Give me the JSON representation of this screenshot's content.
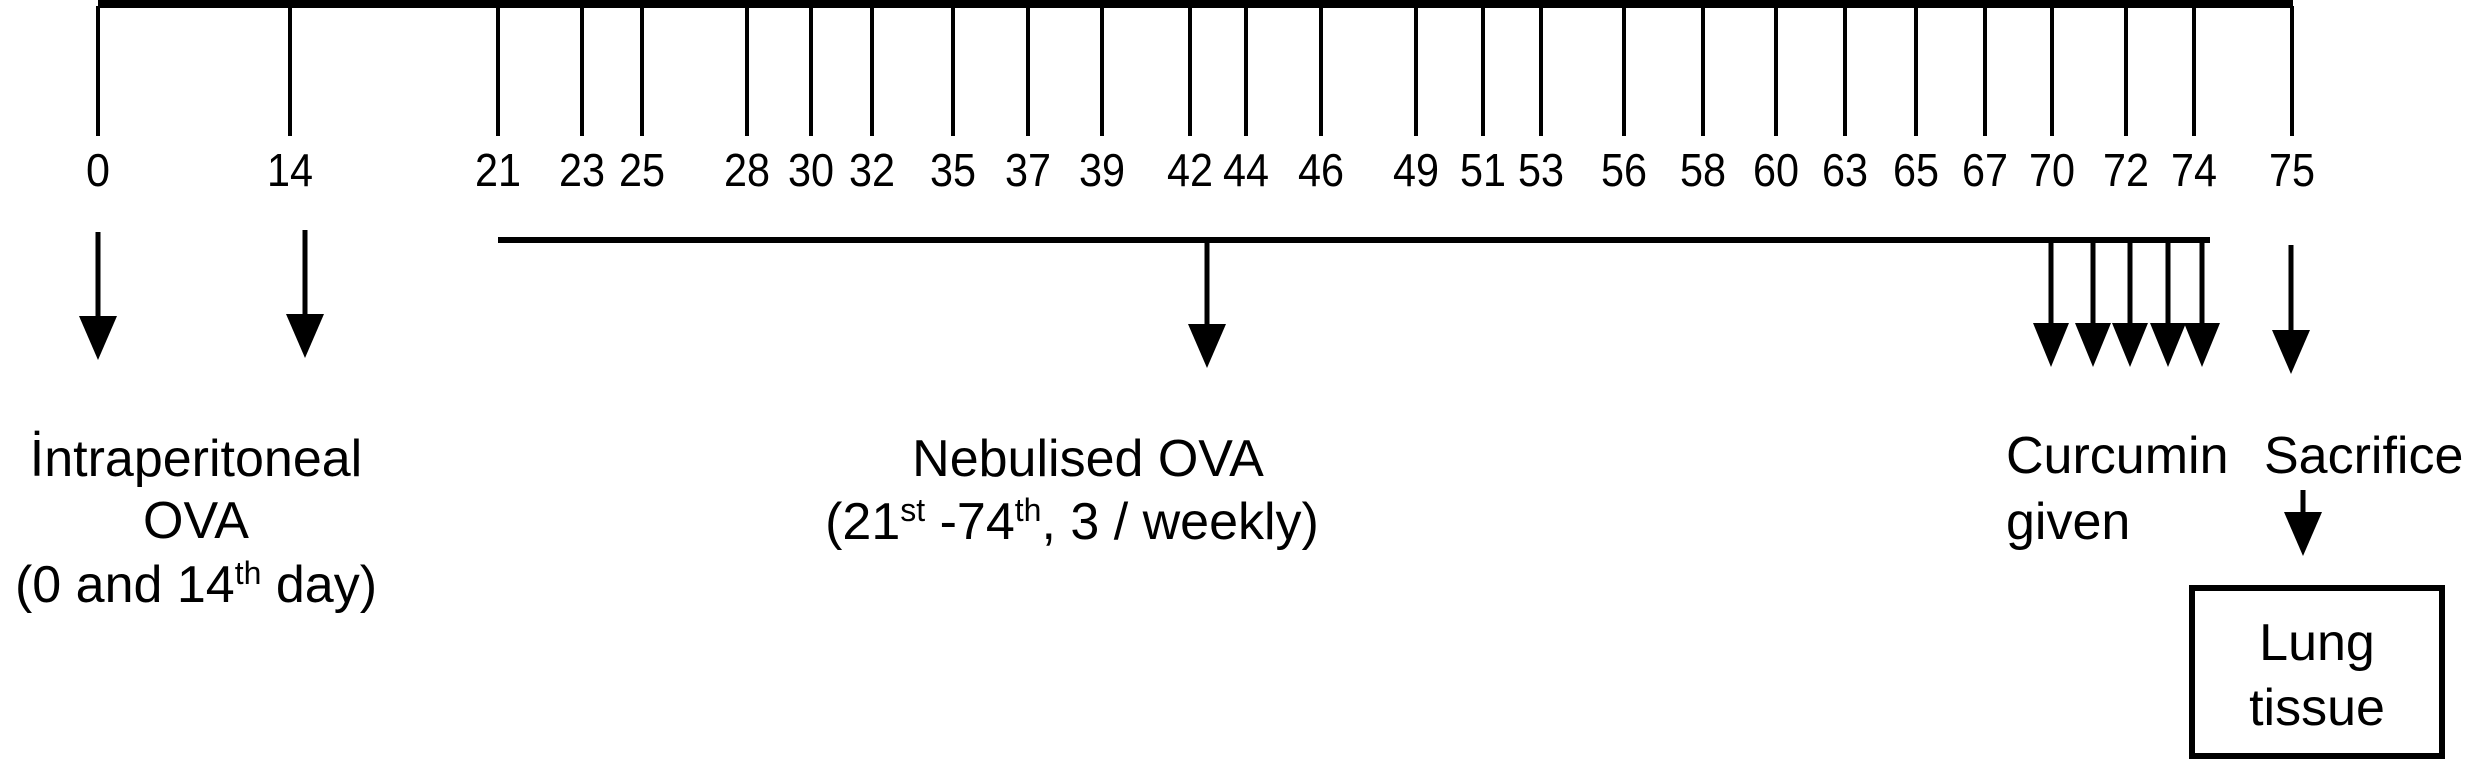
{
  "timeline": {
    "days": [
      "0",
      "14",
      "21",
      "23",
      "25",
      "28",
      "30",
      "32",
      "35",
      "37",
      "39",
      "42",
      "44",
      "46",
      "49",
      "51",
      "53",
      "56",
      "58",
      "60",
      "63",
      "65",
      "67",
      "70",
      "72",
      "74",
      "75"
    ],
    "line_color": "#000000"
  },
  "events": {
    "intraperitoneal": {
      "line1": "İntraperitoneal",
      "line2": "OVA",
      "line3_pre": "(0 and 14",
      "line3_sup": "th",
      "line3_post": " day)"
    },
    "nebulised": {
      "line1": "Nebulised OVA",
      "line2_a": "(21",
      "line2_sup1": "st",
      "line2_b": " -74",
      "line2_sup2": "th",
      "line2_c": ", 3 / weekly)"
    },
    "curcumin": {
      "line1": "Curcumin",
      "line2": "given"
    },
    "sacrifice": {
      "label": "Sacrifice"
    },
    "lung_tissue": {
      "line1": "Lung",
      "line2": "tissue"
    }
  }
}
